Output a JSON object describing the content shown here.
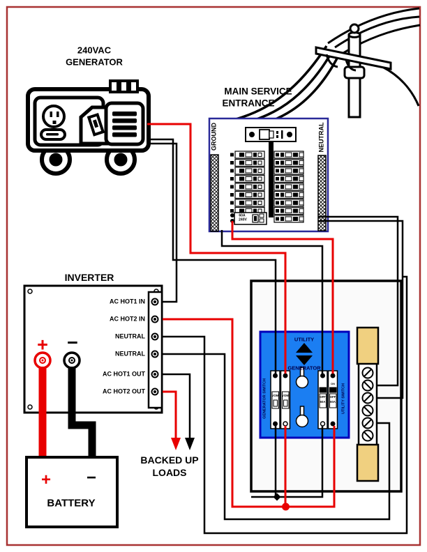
{
  "palette": {
    "page_border": "#a83232",
    "wire_black": "#000000",
    "wire_red": "#e80000",
    "panel_border_blue": "#2a2a99",
    "switch_blue_fill": "#1b7ef2",
    "switch_blue_border": "#0000bb",
    "terminal_tan": "#f0d080"
  },
  "generator": {
    "title_line1": "240VAC",
    "title_line2": "GENERATOR"
  },
  "service_entrance": {
    "title_line1": "MAIN SERVICE",
    "title_line2": "ENTRANCE",
    "ground_label": "GROUND",
    "neutral_label": "NEUTRAL",
    "backfeed_breaker_line1": "60A",
    "backfeed_breaker_line2": "240V"
  },
  "inverter": {
    "title": "INVERTER",
    "terminals": [
      "AC HOT1 IN",
      "AC HOT2 IN",
      "NEUTRAL",
      "NEUTRAL",
      "AC HOT1 OUT",
      "AC HOT2 OUT"
    ],
    "plus": "+",
    "minus": "−"
  },
  "battery": {
    "title": "BATTERY",
    "plus": "+",
    "minus": "−"
  },
  "transfer_switch": {
    "utility_label": "UTILITY",
    "generator_label": "GENERATOR",
    "left_side_label": "GENERATOR SWITCH",
    "right_side_label": "UTILITY SWITCH",
    "breaker_text_left": "VOM",
    "breaker_text_off": "OFF",
    "breaker_text_amp": "60A",
    "breaker_text_on": "ON"
  },
  "loads": {
    "line1": "BACKED UP",
    "line2": "LOADS"
  }
}
